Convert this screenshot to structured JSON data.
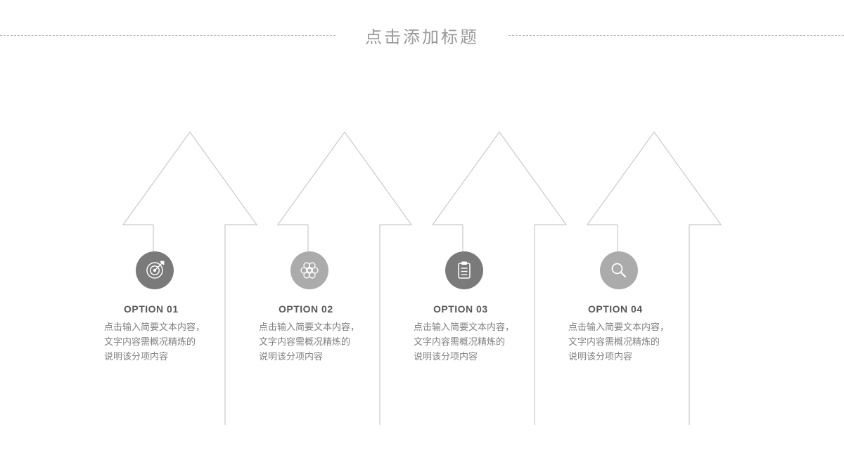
{
  "slide": {
    "title": "点击添加标题"
  },
  "colors": {
    "title_text": "#9a9a9a",
    "arrow_outline": "#c9c9c9",
    "label_text": "#595959",
    "body_text": "#7f7f7f",
    "circle_dark": "#7a7a7a",
    "circle_light": "#ababab"
  },
  "options": [
    {
      "label": "OPTION 01",
      "icon": "target-icon",
      "circle_color": "#7a7a7a",
      "desc": "点击输入简要文本内容，\n文字内容需概况精炼的\n说明该分项内容"
    },
    {
      "label": "OPTION 02",
      "icon": "flower-icon",
      "circle_color": "#ababab",
      "desc": "点击输入简要文本内容，\n文字内容需概况精炼的\n说明该分项内容"
    },
    {
      "label": "OPTION 03",
      "icon": "clipboard-icon",
      "circle_color": "#7a7a7a",
      "desc": "点击输入简要文本内容，\n文字内容需概况精炼的\n说明该分项内容"
    },
    {
      "label": "OPTION 04",
      "icon": "search-icon",
      "circle_color": "#ababab",
      "desc": "点击输入简要文本内容，\n文字内容需概况精炼的\n说明该分项内容"
    }
  ]
}
